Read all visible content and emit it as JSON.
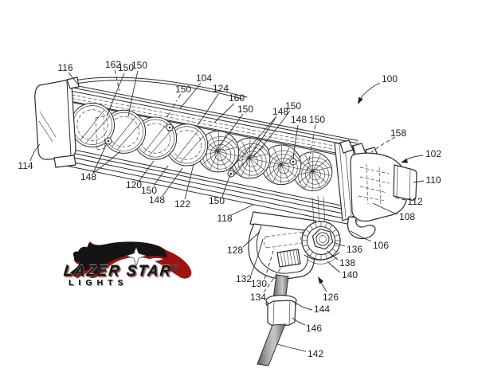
{
  "figure": {
    "description": "Patent-style line drawing of an LED light bar assembly with end caps, reflector lenses, pivot bracket and threaded mounting stud"
  },
  "ref": {
    "100": "100",
    "102": "102",
    "104": "104",
    "106": "106",
    "108": "108",
    "110": "110",
    "112": "112",
    "114": "114",
    "116": "116",
    "118": "118",
    "120": "120",
    "122": "122",
    "124": "124",
    "126": "126",
    "128": "128",
    "130": "130",
    "132": "132",
    "134": "134",
    "136": "136",
    "138": "138",
    "140": "140",
    "142": "142",
    "144": "144",
    "146": "146",
    "148": "148",
    "150": "150",
    "158": "158",
    "160": "160",
    "162": "162"
  },
  "logo": {
    "brand": "LAZER STAR",
    "registered": "®",
    "subtitle": "LIGHTS"
  },
  "colors": {
    "ink": "#2e2e2e",
    "background": "#ffffff",
    "logo_black": "#141414",
    "logo_red": "#9e1310",
    "stem_gray": "#8f8f8f"
  }
}
